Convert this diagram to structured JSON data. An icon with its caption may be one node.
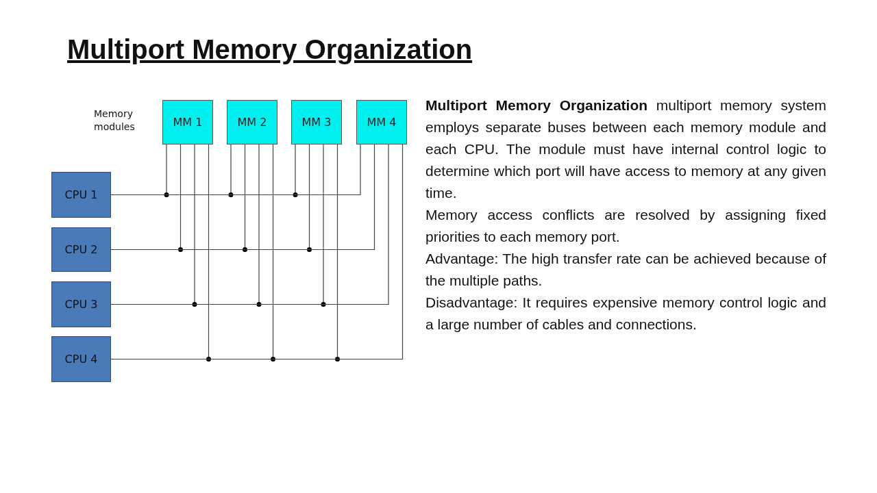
{
  "diagram": {
    "title": "Multiport Memory Organization",
    "nodes": [
      {
        "text": [
          "MM 1"
        ]
      },
      {
        "text": [
          "MM 2"
        ]
      },
      {
        "text": [
          "MM 3"
        ]
      },
      {
        "text": [
          "MM 4"
        ]
      },
      {
        "text": [
          "CPU 1"
        ]
      },
      {
        "text": [
          "CPU 2"
        ]
      },
      {
        "text": [
          "CPU 3"
        ]
      },
      {
        "text": [
          "CPU 4"
        ]
      }
    ],
    "edges": [
      {
        "from": 4,
        "to": 0,
        "arrow": "none"
      },
      {
        "from": 4,
        "to": 1,
        "arrow": "none"
      },
      {
        "from": 4,
        "to": 2,
        "arrow": "none"
      },
      {
        "from": 4,
        "to": 3,
        "arrow": "none"
      },
      {
        "from": 5,
        "to": 0,
        "arrow": "none"
      },
      {
        "from": 5,
        "to": 1,
        "arrow": "none"
      },
      {
        "from": 5,
        "to": 2,
        "arrow": "none"
      },
      {
        "from": 5,
        "to": 3,
        "arrow": "none"
      },
      {
        "from": 6,
        "to": 0,
        "arrow": "none"
      },
      {
        "from": 6,
        "to": 1,
        "arrow": "none"
      },
      {
        "from": 6,
        "to": 2,
        "arrow": "none"
      },
      {
        "from": 6,
        "to": 3,
        "arrow": "none"
      },
      {
        "from": 7,
        "to": 0,
        "arrow": "none"
      },
      {
        "from": 7,
        "to": 1,
        "arrow": "none"
      },
      {
        "from": 7,
        "to": 2,
        "arrow": "none"
      },
      {
        "from": 7,
        "to": 3,
        "arrow": "none"
      }
    ],
    "labels": [
      "Memory modules",
      "**Multiport Memory Organization** multiport memory system employs separate buses between each memory module and each CPU. The module must have internal control logic to determine which port will have access to memory at any given time.",
      "Memory access conflicts are resolved by assigning fixed priorities to each memory port.",
      "Advantage: The high transfer rate can be achieved because of the multiple paths.",
      "Disadvantage: It requires expensive memory control logic and a large number of cables and connections."
    ]
  }
}
